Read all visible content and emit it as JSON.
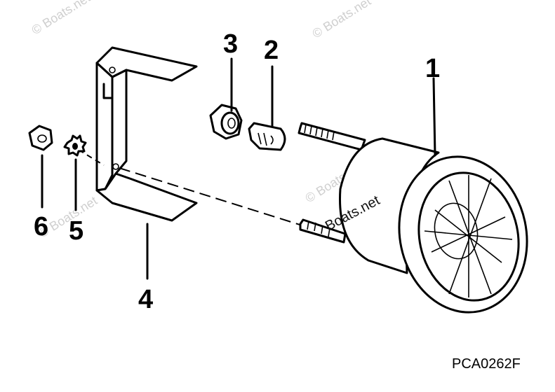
{
  "diagram": {
    "callouts": [
      {
        "id": "1",
        "label": "1"
      },
      {
        "id": "2",
        "label": "2"
      },
      {
        "id": "3",
        "label": "3"
      },
      {
        "id": "4",
        "label": "4"
      },
      {
        "id": "5",
        "label": "5"
      },
      {
        "id": "6",
        "label": "6"
      }
    ],
    "drawing_code": "PCA0262F",
    "watermarks": [
      "© Boats.net",
      "© Boats.net",
      "© Boats.net",
      "© Boats.net",
      "Boats.net"
    ],
    "colors": {
      "ink": "#000000",
      "background": "#ffffff",
      "watermark": "#cfcfcf"
    }
  }
}
